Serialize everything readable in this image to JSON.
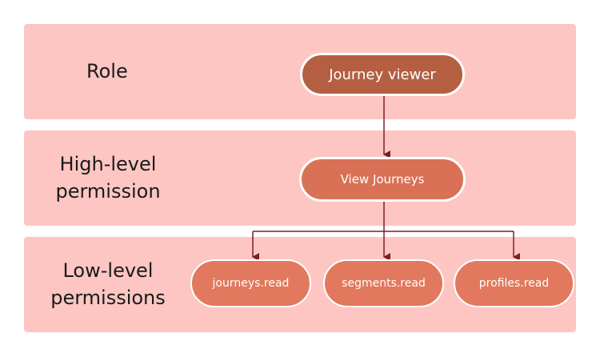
{
  "bands": {
    "role_label": "Role",
    "high_label": "High-level\npermission",
    "low_label": "Low-level\npermissions"
  },
  "nodes": {
    "role": "Journey viewer",
    "high": "View Journeys",
    "low": [
      "journeys.read",
      "segments.read",
      "profiles.read"
    ]
  },
  "colors": {
    "band_fill": "#fdc6c2",
    "role_node": "#b45f42",
    "high_node": "#d97156",
    "low_node": "#e2785d",
    "connector": "#7a1f24"
  }
}
